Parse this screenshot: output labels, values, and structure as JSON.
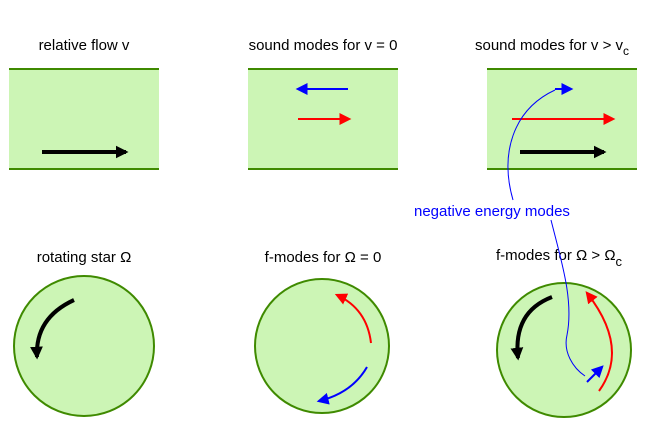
{
  "colors": {
    "panel_fill": "#ccf5b5",
    "panel_border": "#3f8a00",
    "black_arrow": "#000000",
    "red_arrow": "#ff0000",
    "blue_arrow": "#0000ff",
    "annotation": "#0000ff"
  },
  "top_row": {
    "panel1_title": "relative flow v",
    "panel2_title": "sound modes for v = 0",
    "panel3_title_main": "sound modes for v > v",
    "panel3_title_sub": "c"
  },
  "bottom_row": {
    "panel1_title": "rotating star Ω",
    "panel2_title": "f-modes for  Ω = 0",
    "panel3_title_main": "f-modes for Ω > Ω",
    "panel3_title_sub": "c"
  },
  "annotation": {
    "text": "negative energy modes"
  }
}
